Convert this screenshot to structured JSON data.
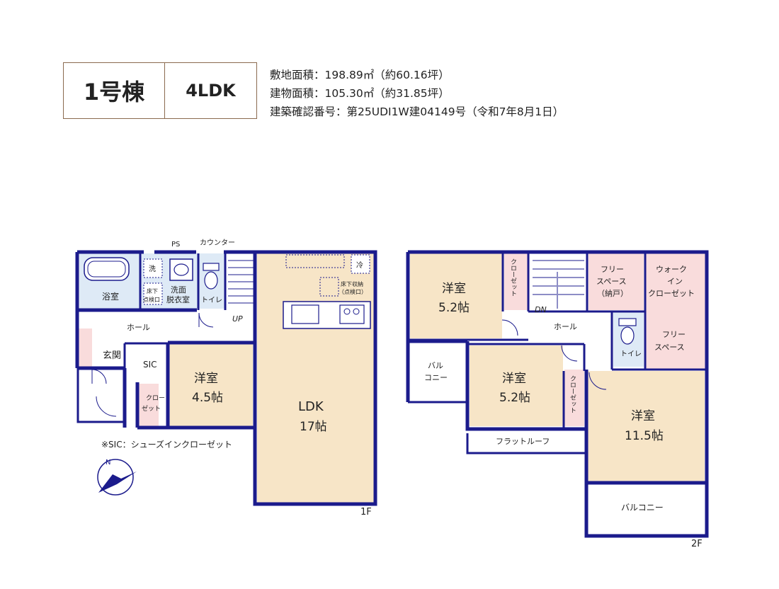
{
  "header": {
    "building": "1号棟",
    "layout": "4LDK",
    "site_area": "敷地面積：198.89㎡（約60.16坪）",
    "floor_area": "建物面積：105.30㎡（約31.85坪）",
    "permit": "建築確認番号：第25UDI1W建04149号（令和7年8月1日）"
  },
  "colors": {
    "wall": "#1b1b8c",
    "room_beige": "#f7e5c7",
    "bath_blue": "#deeaf6",
    "closet_pink": "#f9dcdc",
    "counter_brown": "#8a6a4f"
  },
  "floor1": {
    "label": "1F",
    "ps": "PS",
    "counter": "カウンター",
    "bath": "浴室",
    "wash_top": "洗",
    "under_floor_1": "床下",
    "under_floor_2": "点検口",
    "washroom_1": "洗面",
    "washroom_2": "脱衣室",
    "toilet": "トイレ",
    "up": "UP",
    "hall": "ホール",
    "entrance": "玄関",
    "sic": "SIC",
    "closet_1": "クロー",
    "closet_2": "ゼット",
    "room_name": "洋室",
    "room_size": "4.5帖",
    "ldk_name": "LDK",
    "ldk_size": "17帖",
    "fridge": "冷",
    "storage_1": "床下収納",
    "storage_2": "（点検口）",
    "note": "※SIC：シューズインクローゼット"
  },
  "floor2": {
    "label": "2F",
    "room1_name": "洋室",
    "room1_size": "5.2帖",
    "closet_a": "クローゼット",
    "dn": "DN",
    "free_space_1": "フリー",
    "free_space_2": "スペース",
    "free_space_3": "（納戸）",
    "wic_1": "ウォーク",
    "wic_2": "イン",
    "wic_3": "クローゼット",
    "hall": "ホール",
    "balcony_small_1": "バル",
    "balcony_small_2": "コニー",
    "room2_name": "洋室",
    "room2_size": "5.2帖",
    "closet_b": "クローゼット",
    "toilet": "トイレ",
    "free_space_b1": "フリー",
    "free_space_b2": "スペース",
    "flat_roof": "フラットルーフ",
    "room3_name": "洋室",
    "room3_size": "11.5帖",
    "balcony": "バルコニー"
  }
}
